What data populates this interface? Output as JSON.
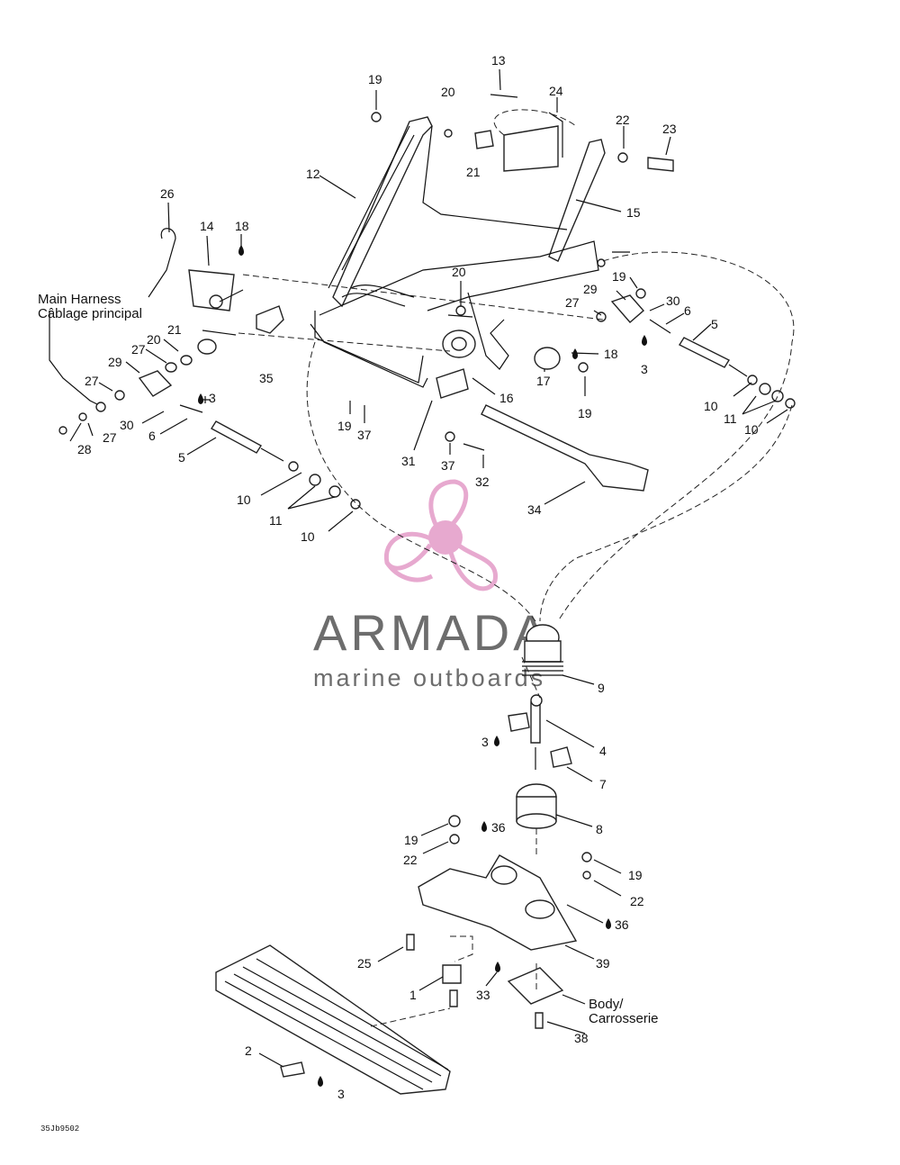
{
  "diagram": {
    "part_numbers": [
      "1",
      "2",
      "3",
      "4",
      "5",
      "6",
      "7",
      "8",
      "9",
      "10",
      "11",
      "12",
      "13",
      "14",
      "15",
      "16",
      "17",
      "18",
      "19",
      "20",
      "21",
      "22",
      "23",
      "24",
      "25",
      "26",
      "27",
      "28",
      "29",
      "30",
      "31",
      "32",
      "33",
      "34",
      "35",
      "36",
      "37",
      "38",
      "39"
    ],
    "callouts": {
      "main_harness_en": "Main Harness",
      "main_harness_fr": "Câblage principal",
      "body_en": "Body/",
      "body_fr": "Carrosserie"
    },
    "figure_code": "35Jb9502"
  },
  "watermark": {
    "brand": "ARMADA",
    "tagline": "marine outboards",
    "accent_color": "#e39bc7",
    "text_color": "#6d6d6d"
  }
}
